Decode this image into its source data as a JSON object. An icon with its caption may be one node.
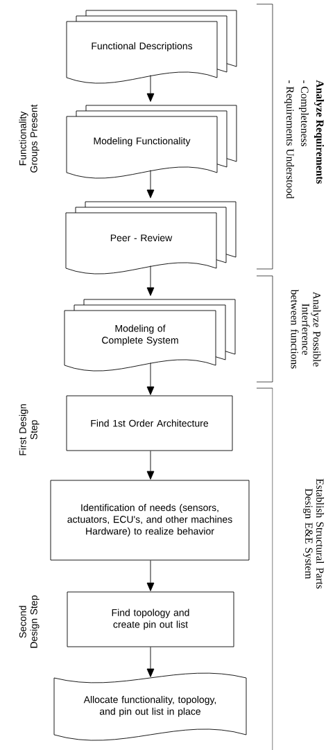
{
  "diagram": {
    "nodes": [
      {
        "text": [
          "Functional Descriptions"
        ]
      },
      {
        "text": [
          "Modeling Functionality"
        ]
      },
      {
        "text": [
          "Peer - Review"
        ]
      },
      {
        "text": [
          "Modeling of Complete System"
        ]
      },
      {
        "text": [
          "Find 1st Order Architecture"
        ]
      },
      {
        "text": [
          "Identification of needs (sensors, actuators, ECU's, and other machines Hardware) to realize behavior"
        ]
      },
      {
        "text": [
          "Find topology and create pin out list"
        ]
      },
      {
        "text": [
          "Allocate functionality, topology, and pin out list in place"
        ]
      }
    ],
    "edges": [
      {
        "from": 0,
        "to": 1,
        "arrow": "to"
      },
      {
        "from": 1,
        "to": 2,
        "arrow": "to"
      },
      {
        "from": 2,
        "to": 3,
        "arrow": "to"
      },
      {
        "from": 3,
        "to": 4,
        "arrow": "to"
      },
      {
        "from": 4,
        "to": 5,
        "arrow": "to"
      },
      {
        "from": 5,
        "to": 6,
        "arrow": "to"
      },
      {
        "from": 6,
        "to": 7,
        "arrow": "to"
      }
    ],
    "labels": [
      "Functionality Groups Present",
      "Analyze Requirements",
      "- Completeness",
      "- Requirements Understood",
      "Analyze Possible Interference between functions",
      "First Design Step",
      "Establish Structural Parts Design E&E System",
      "Second Design Step"
    ]
  }
}
